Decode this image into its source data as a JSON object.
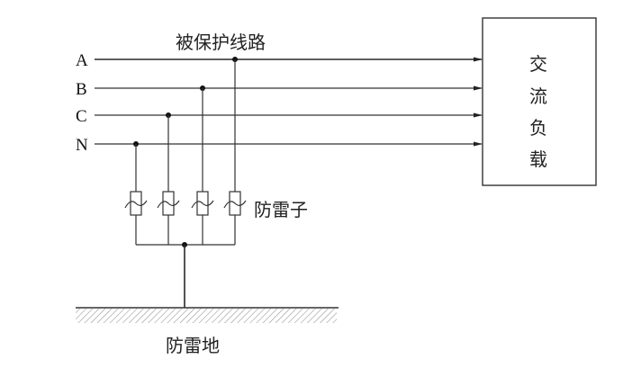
{
  "title": "被保护线路",
  "lines": [
    {
      "id": "A",
      "label": "A"
    },
    {
      "id": "B",
      "label": "B"
    },
    {
      "id": "C",
      "label": "C"
    },
    {
      "id": "N",
      "label": "N"
    }
  ],
  "load_box": {
    "chars": [
      "交",
      "流",
      "负",
      "载"
    ]
  },
  "arrester_label": "防雷子",
  "ground_label": "防雷地",
  "arrester_count": 4
}
